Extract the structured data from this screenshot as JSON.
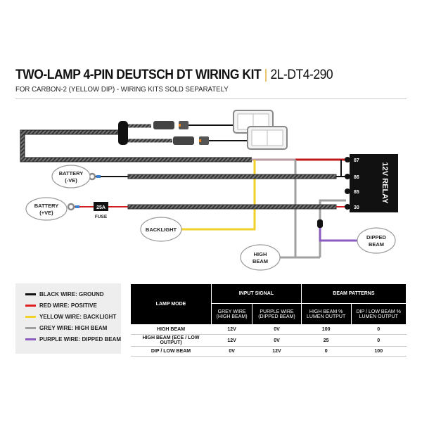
{
  "header": {
    "title": "TWO-LAMP 4-PIN DEUTSCH DT WIRING KIT",
    "separator": "|",
    "code": "2L-DT4-290",
    "subtitle": "FOR CARBON-2 (YELLOW DIP) - WIRING KITS SOLD SEPARATELY"
  },
  "diagram": {
    "relay_label": "12V RELAY",
    "pins": [
      "87",
      "86",
      "85",
      "30"
    ],
    "battery_neg": [
      "BATTERY",
      "(-VE)"
    ],
    "battery_pos": [
      "BATTERY",
      "(+VE)"
    ],
    "fuse_rating": "25A",
    "fuse_label": "FUSE",
    "backlight": "BACKLIGHT",
    "high_beam": [
      "HIGH",
      "BEAM"
    ],
    "dipped_beam": [
      "DIPPED",
      "BEAM"
    ]
  },
  "legend": [
    {
      "label": "BLACK WIRE: GROUND",
      "color": "#111111"
    },
    {
      "label": "RED WIRE: POSITIVE",
      "color": "#e02020"
    },
    {
      "label": "YELLOW WIRE: BACKLIGHT",
      "color": "#f2d22a"
    },
    {
      "label": "GREY WIRE: HIGH BEAM",
      "color": "#a0a0a0"
    },
    {
      "label": "PURPLE WIRE: DIPPED BEAM",
      "color": "#8a5cc0"
    }
  ],
  "table": {
    "lamp_mode": "LAMP MODE",
    "input_signal": "INPUT SIGNAL",
    "beam_patterns": "BEAM PATTERNS",
    "sub": [
      "GREY WIRE (HIGH BEAM)",
      "PURPLE WIRE (DIPPED BEAM)",
      "HIGH BEAM % LUMEN OUTPUT",
      "DIP / LOW BEAM % LUMEN OUTPUT"
    ],
    "rows": [
      [
        "HIGH BEAM",
        "12V",
        "0V",
        "100",
        "0"
      ],
      [
        "HIGH BEAM (ECE / LOW OUTPUT)",
        "12V",
        "0V",
        "25",
        "0"
      ],
      [
        "DIP / LOW BEAM",
        "0V",
        "12V",
        "0",
        "100"
      ]
    ]
  }
}
